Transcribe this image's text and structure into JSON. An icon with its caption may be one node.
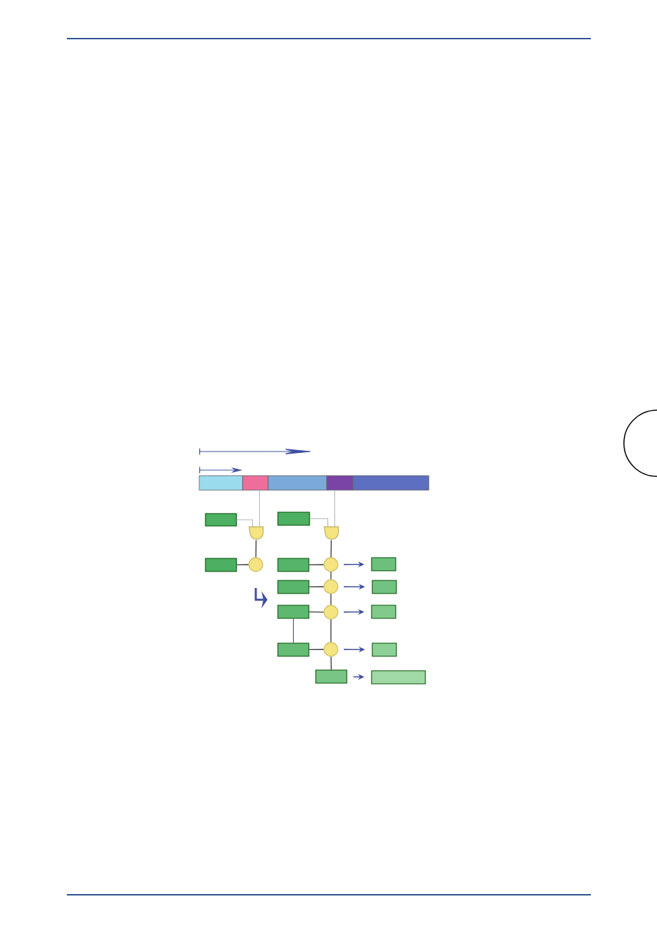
{
  "diagram": {
    "nodes": [
      {
        "text": [],
        "shape": "bar"
      },
      {
        "text": [],
        "shape": "bar"
      },
      {
        "text": [],
        "shape": "bar"
      },
      {
        "text": [],
        "shape": "bar"
      },
      {
        "text": [],
        "shape": "bar"
      },
      {
        "text": [],
        "shape": "box"
      },
      {
        "text": [],
        "shape": "box"
      },
      {
        "text": [],
        "shape": "semicircle"
      },
      {
        "text": [],
        "shape": "semicircle"
      },
      {
        "text": [],
        "shape": "box"
      },
      {
        "text": [],
        "shape": "circle"
      },
      {
        "text": [],
        "shape": "box"
      },
      {
        "text": [],
        "shape": "circle"
      },
      {
        "text": [],
        "shape": "box"
      },
      {
        "text": [],
        "shape": "box"
      },
      {
        "text": [],
        "shape": "circle"
      },
      {
        "text": [],
        "shape": "box"
      },
      {
        "text": [],
        "shape": "box"
      },
      {
        "text": [],
        "shape": "circle"
      },
      {
        "text": [],
        "shape": "box"
      },
      {
        "text": [],
        "shape": "box"
      },
      {
        "text": [],
        "shape": "circle"
      },
      {
        "text": [],
        "shape": "box"
      },
      {
        "text": [],
        "shape": "box"
      },
      {
        "text": [],
        "shape": "box"
      }
    ],
    "edges": [
      {
        "from": 1,
        "to": 7,
        "arrow": "none",
        "color": "#b4b4b4"
      },
      {
        "from": 5,
        "to": 7,
        "arrow": "none",
        "color": "#b4b4b4"
      },
      {
        "from": 3,
        "to": 8,
        "arrow": "none",
        "color": "#b4b4b4"
      },
      {
        "from": 6,
        "to": 8,
        "arrow": "none",
        "color": "#b4b4b4"
      },
      {
        "from": 7,
        "to": 10,
        "arrow": "none"
      },
      {
        "from": 9,
        "to": 10,
        "arrow": "none"
      },
      {
        "from": 8,
        "to": 12,
        "arrow": "none"
      },
      {
        "from": 11,
        "to": 12,
        "arrow": "none"
      },
      {
        "from": 12,
        "to": 15,
        "arrow": "none"
      },
      {
        "from": 14,
        "to": 15,
        "arrow": "none"
      },
      {
        "from": 15,
        "to": 18,
        "arrow": "none"
      },
      {
        "from": 17,
        "to": 18,
        "arrow": "none"
      },
      {
        "from": 18,
        "to": 21,
        "arrow": "none"
      },
      {
        "from": 20,
        "to": 21,
        "arrow": "none"
      },
      {
        "from": 21,
        "to": 23,
        "arrow": "none"
      },
      {
        "from": 17,
        "to": 20,
        "arrow": "none",
        "color": "#5a2d91"
      },
      {
        "from": 12,
        "to": 13,
        "arrow": "to",
        "color": "#3f4fa0"
      },
      {
        "from": 15,
        "to": 16,
        "arrow": "to",
        "color": "#3f4fa0"
      },
      {
        "from": 18,
        "to": 19,
        "arrow": "to",
        "color": "#3f4fa0"
      },
      {
        "from": 21,
        "to": 22,
        "arrow": "to",
        "color": "#3f4fa0"
      },
      {
        "from": 23,
        "to": 24,
        "arrow": "to",
        "color": "#3f4fa0"
      }
    ]
  }
}
